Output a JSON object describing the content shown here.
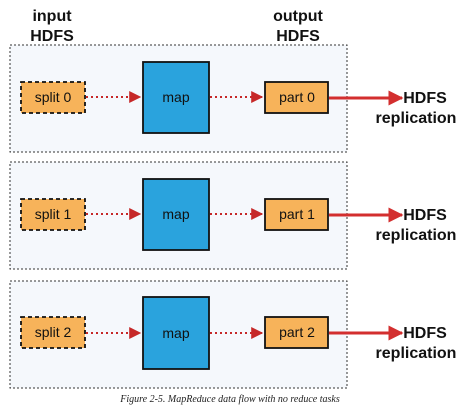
{
  "headers": {
    "input": [
      "input",
      "HDFS"
    ],
    "output": [
      "output",
      "HDFS"
    ]
  },
  "rows": [
    {
      "split": "split 0",
      "map": "map",
      "part": "part 0",
      "dest": [
        "HDFS",
        "replication"
      ]
    },
    {
      "split": "split 1",
      "map": "map",
      "part": "part 1",
      "dest": [
        "HDFS",
        "replication"
      ]
    },
    {
      "split": "split 2",
      "map": "map",
      "part": "part 2",
      "dest": [
        "HDFS",
        "replication"
      ]
    }
  ],
  "caption": "Figure 2-5. MapReduce data flow with no reduce tasks",
  "colors": {
    "split_fill": "#F7B35A",
    "part_fill": "#F7B35A",
    "map_fill": "#2AA3DD",
    "arrow_dotted": "#C62828",
    "arrow_solid": "#D32F2F",
    "container_fill": "#F5F8FC",
    "container_border": "#333333",
    "border": "#111111",
    "text": "#111111"
  }
}
